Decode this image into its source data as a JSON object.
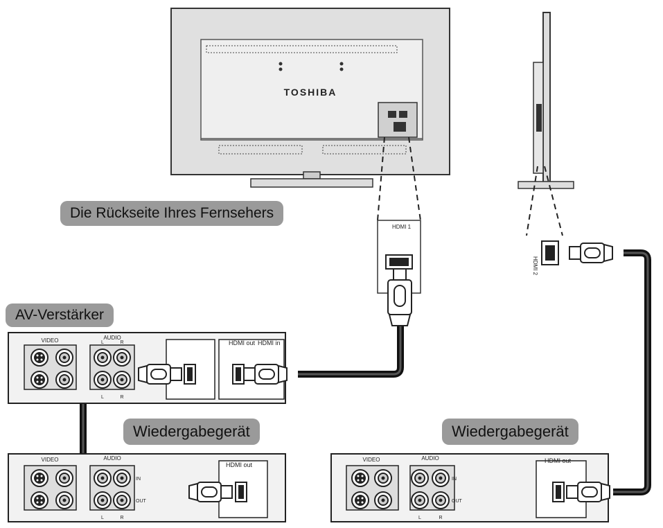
{
  "tv": {
    "brand": "TOSHIBA",
    "rear_caption": "Die Rückseite Ihres Fernsehers",
    "port_hdmi1": "HDMI 1",
    "port_hdmi2": "HDMI 2"
  },
  "av_receiver": {
    "title": "AV-Verstärker",
    "video_label": "VIDEO",
    "audio_label": "AUDIO",
    "l_label": "L",
    "r_label": "R",
    "hdmi_out_label": "HDMI out",
    "hdmi_in_label": "HDMI in"
  },
  "player_left": {
    "title": "Wiedergabegerät",
    "video_label": "VIDEO",
    "audio_label": "AUDIO",
    "l_label": "L",
    "r_label": "R",
    "in_label": "IN",
    "out_label": "OUT",
    "hdmi_out_label": "HDMI out"
  },
  "player_right": {
    "title": "Wiedergabegerät",
    "video_label": "VIDEO",
    "audio_label": "AUDIO",
    "l_label": "L",
    "r_label": "R",
    "in_label": "IN",
    "out_label": "OUT",
    "hdmi_out_label": "HDMI out"
  },
  "colors": {
    "line": "#222222",
    "panel": "#d9d9d9",
    "panel_light": "#efefef",
    "label_bg": "#9a9a9a",
    "cable": "#1a1a1a"
  }
}
